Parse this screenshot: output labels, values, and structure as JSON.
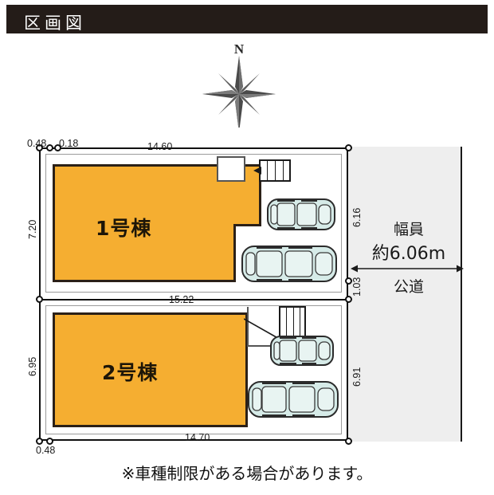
{
  "header": {
    "title": "区画図"
  },
  "compass": {
    "north_label": "N",
    "icon": "compass-rose-icon"
  },
  "buildings": [
    {
      "id": "building-1",
      "label": "1号棟"
    },
    {
      "id": "building-2",
      "label": "2号棟"
    }
  ],
  "dimensions": {
    "top_left_a": "0.48",
    "top_left_b": "0.18",
    "top_edge": "14.60",
    "left_upper": "7.20",
    "right_upper": "6.16",
    "right_gap": "1.03",
    "middle_edge": "15.22",
    "left_lower": "6.95",
    "right_lower": "6.91",
    "bottom_left": "0.48",
    "bottom_edge": "14.70"
  },
  "road": {
    "width_label": "幅員",
    "width_value": "約6.06m",
    "type_label": "公道"
  },
  "parking": {
    "cars": [
      {
        "id": "car-1",
        "lot": "1号棟",
        "slot": "upper"
      },
      {
        "id": "car-2",
        "lot": "1号棟",
        "slot": "lower"
      },
      {
        "id": "car-3",
        "lot": "2号棟",
        "slot": "upper"
      },
      {
        "id": "car-4",
        "lot": "2号棟",
        "slot": "lower"
      }
    ]
  },
  "note": "※車種制限がある場合があります。",
  "colors": {
    "header_bg": "#241c18",
    "building_fill": "#f5ae31",
    "building_stroke": "#2b2017",
    "road_fill": "#eeeeee",
    "car_fill": "#d6ebe8",
    "line": "#111111"
  }
}
